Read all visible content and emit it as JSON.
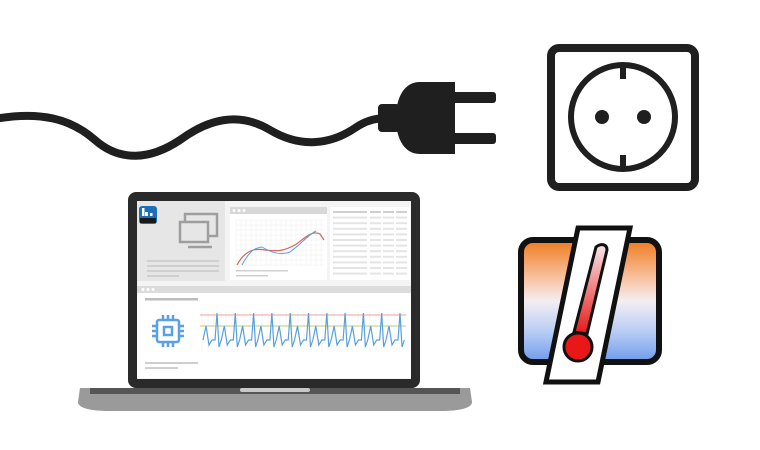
{
  "scene": {
    "elements": [
      "power-cable",
      "power-plug",
      "wall-socket",
      "laptop-dashboard",
      "thermometer-icon"
    ]
  },
  "colors": {
    "ink": "#1f1f1f",
    "laptop_bezel": "#2a2a2a",
    "screen_bg": "#f4f4f4",
    "panel_gray": "#e2e2e2",
    "chart_red": "#e0605a",
    "chart_blue": "#5aa0dc",
    "chart_green": "#a8c86a",
    "chip_blue": "#5aa0e6",
    "logo_blue": "#1f6fb8",
    "heat_orange": "#f08a2a",
    "cold_blue": "#7aa6ef",
    "mercury_red": "#e81818"
  },
  "icons": {
    "logo": "app-logo-icon",
    "monitor": "monitor-icon",
    "chip": "cpu-chip-icon",
    "thermometer": "thermometer-icon",
    "plug": "plug-icon",
    "socket": "socket-icon"
  }
}
